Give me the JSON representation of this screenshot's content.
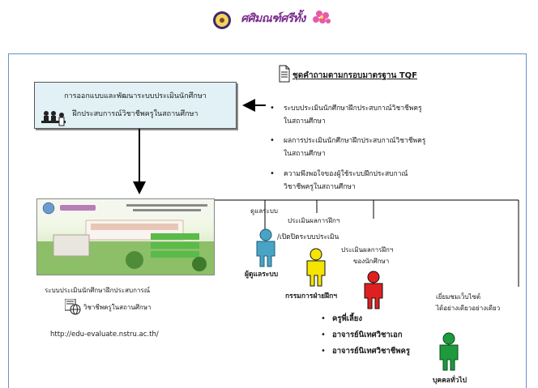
{
  "logo": {
    "icon": "flower-logo-icon"
  },
  "design_box": {
    "line1": "การออกแบบและพัฒนาระบบประเมินนักศึกษา",
    "line2": "ฝึกประสบการณ์วิชาชีพครูในสถานศึกษา",
    "icon": "meeting-people-icon"
  },
  "tqf": {
    "title": "ชุดคำถามตามกรอบมาตรฐาน TQF",
    "icon": "document-icon",
    "items": [
      {
        "line1": "ระบบประเมินนักศึกษาฝึกประสบกาณ์วิชาชีพครู",
        "line2": "ในสถานศึกษา"
      },
      {
        "line1": "ผลการประเมินนักศึกษาฝึกประสบกาณ์วิชาชีพครู",
        "line2": "ในสถานศึกษา"
      },
      {
        "line1": "ความพึงพอใจของผู้ใช้ระบบฝึกประสบกาณ์",
        "line2": "วิชาชีพครูในสถานศึกษา"
      }
    ]
  },
  "system": {
    "line1": "ระบบประเมินนักศึกษาฝึกประสบการณ์",
    "line2": "วิชาชีพครูในสถานศึกษา",
    "url": "http://edu-evaluate.nstru.ac.th/",
    "icon": "web-globe-icon"
  },
  "actions": {
    "view": "ดูแลระบบ",
    "evaluate": "ประเมินผลการฝึกฯ",
    "toggle": "/เปิดปิดระบบประเมิน",
    "student_eval_1": "ประเมินผลการฝึกฯ",
    "student_eval_2": "ของนักศึกษา",
    "visit_1": "เยี่ยมชมเว็บไซต์",
    "visit_2": "ได้อย่างเดียวอย่างเดียว"
  },
  "roles": {
    "admin": "ผู้ดูแลระบบ",
    "committee": "กรรมการฝ่ายฝึกฯ",
    "public": "บุคคลทั่วไป"
  },
  "role_colors": {
    "admin": "#4aa3c4",
    "committee": "#f5e400",
    "evaluator": "#e02020",
    "public": "#1c9a3c"
  },
  "evaluators": [
    "ครูพี่เลี้ยง",
    "อาจารย์นิเทศวิชาเอก",
    "อาจารย์นิเทศวิชาชีพครู"
  ]
}
